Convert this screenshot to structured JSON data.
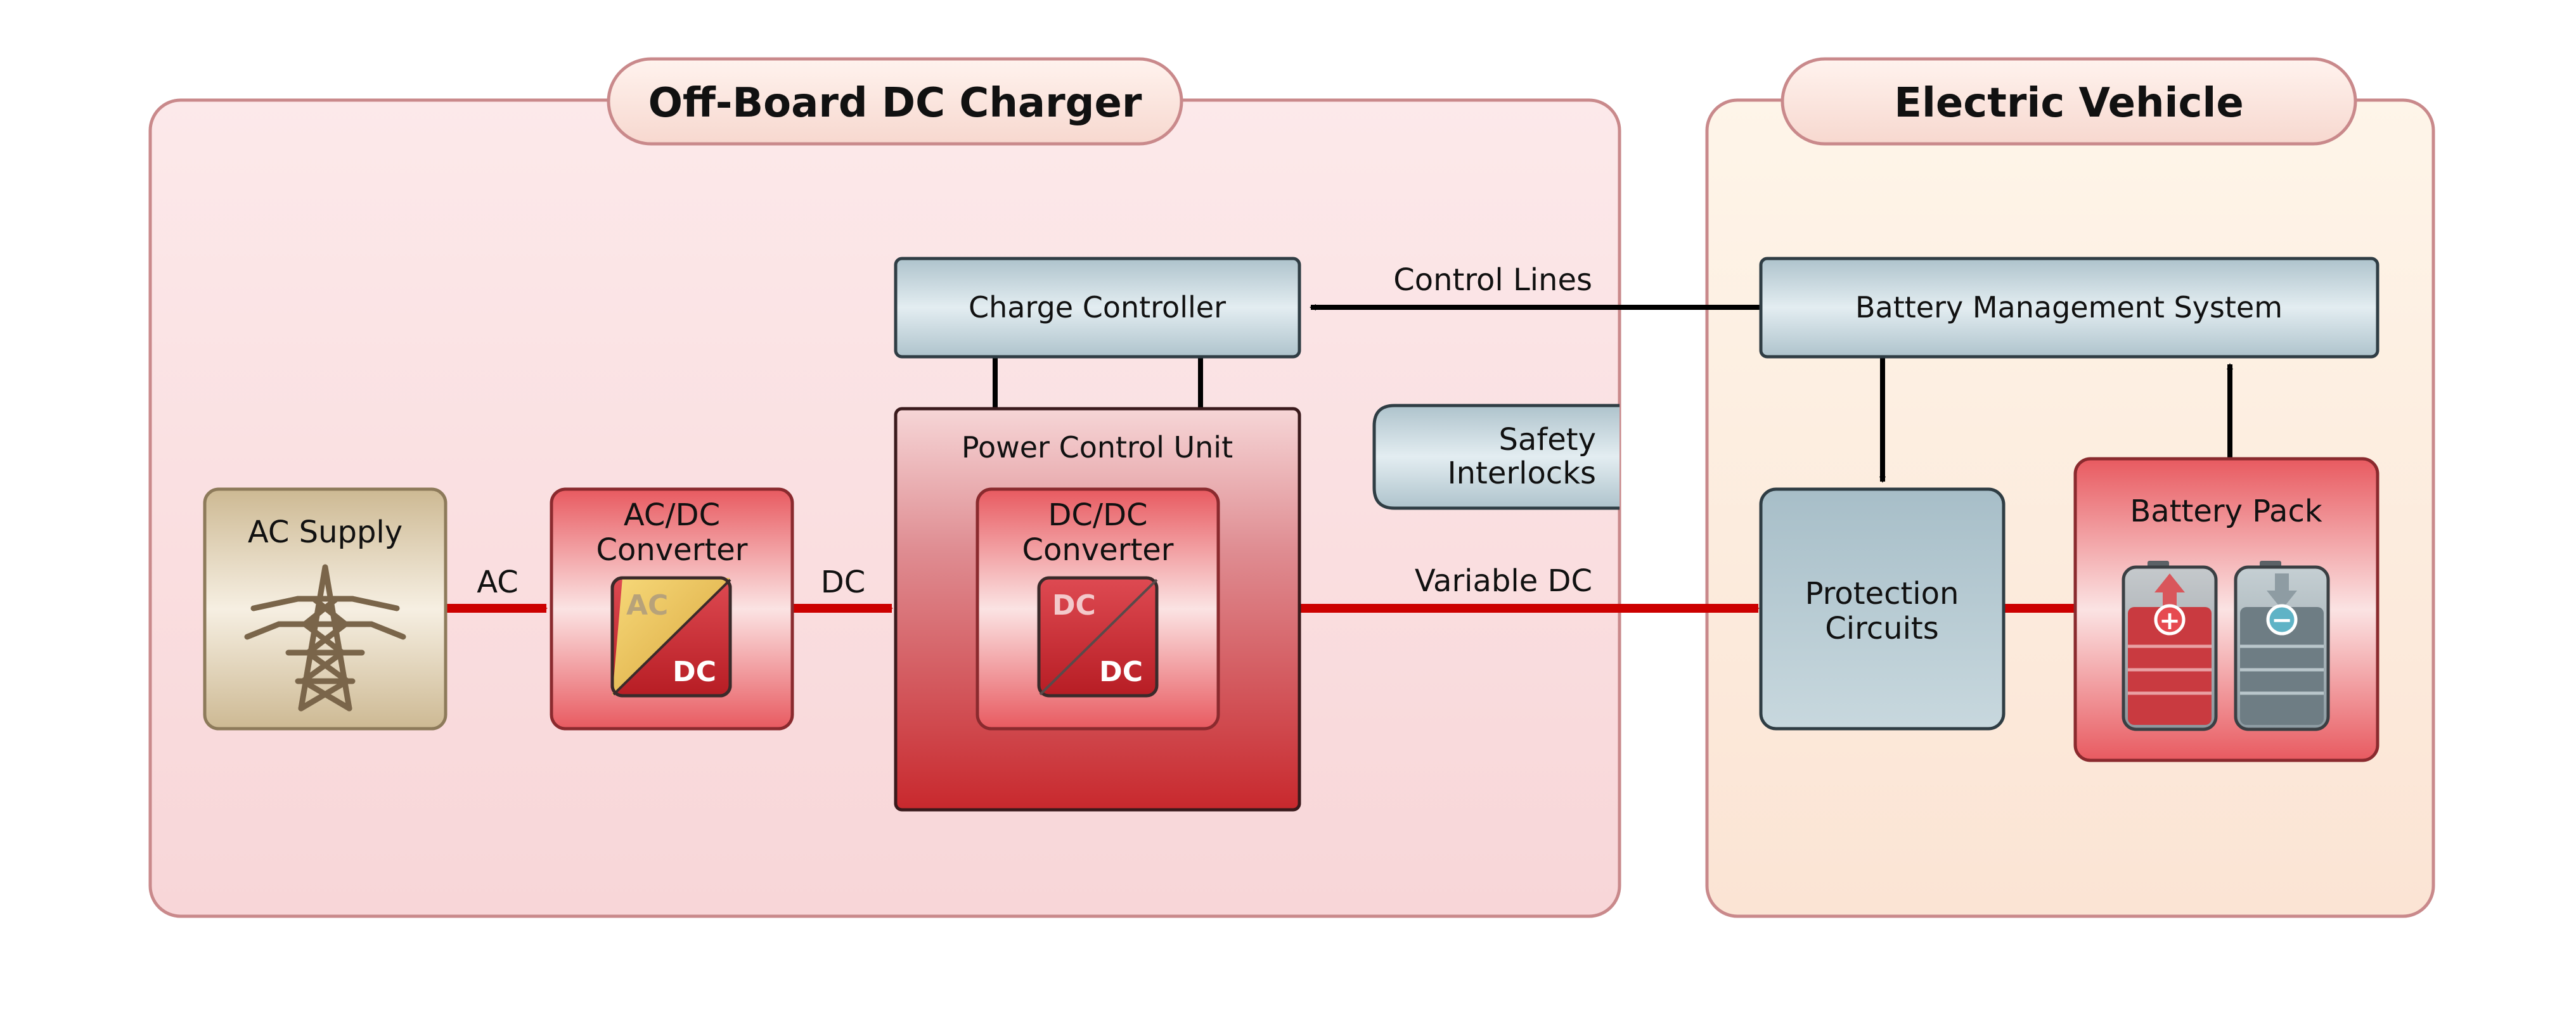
{
  "charger": {
    "title": "Off-Board DC Charger"
  },
  "vehicle": {
    "title": "Electric Vehicle"
  },
  "nodes": {
    "ac_supply": "AC Supply",
    "acdc_line1": "AC/DC",
    "acdc_line2": "Converter",
    "acdc_chip_top": "AC",
    "acdc_chip_bottom": "DC",
    "charge_controller": "Charge Controller",
    "power_control_unit": "Power Control Unit",
    "dcdc_line1": "DC/DC",
    "dcdc_line2": "Converter",
    "dcdc_chip_top": "DC",
    "dcdc_chip_bottom": "DC",
    "safety_line1": "Safety",
    "safety_line2": "Interlocks",
    "bms": "Battery Management System",
    "protection_line1": "Protection",
    "protection_line2": "Circuits",
    "battery_pack": "Battery Pack"
  },
  "edges": {
    "ac": "AC",
    "dc": "DC",
    "variable_dc": "Variable DC",
    "control_lines": "Control Lines"
  },
  "battery_symbols": {
    "plus": "+",
    "minus": "−"
  },
  "colors": {
    "power_flow": "#cc0000",
    "control_flow": "#000000",
    "charger_panel": "#fbe0e0",
    "vehicle_panel": "#fdebdc",
    "blue_grey_box": "#b9cdd5",
    "red_box": "#e24a4f",
    "ac_supply_box": "#d8c7a4"
  }
}
